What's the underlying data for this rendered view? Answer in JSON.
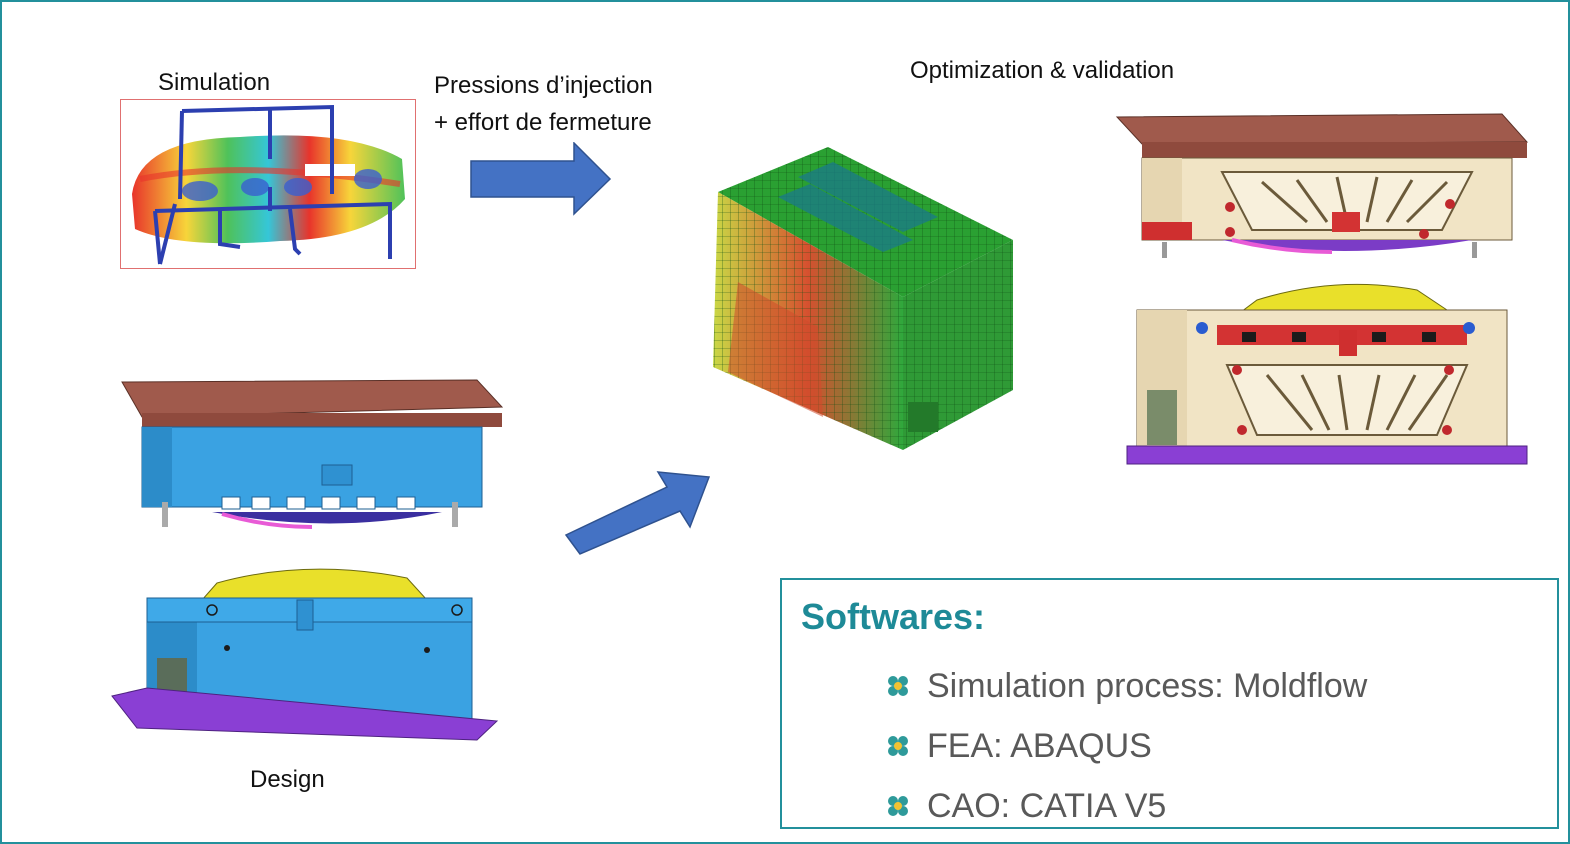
{
  "labels": {
    "simulation": "Simulation",
    "pressions_line1": "Pressions d’injection",
    "pressions_line2": "+ effort de fermeture",
    "optimization": "Optimization & validation",
    "design": "Design"
  },
  "softwares": {
    "title": "Softwares:",
    "items": [
      {
        "label": "Simulation process:  Moldflow"
      },
      {
        "label": "FEA: ABAQUS"
      },
      {
        "label": "CAO: CATIA V5"
      }
    ]
  },
  "colors": {
    "border": "#23909c",
    "title": "#1e8a97",
    "arrow": "#4472c4",
    "bullet": "#2e9a9a"
  },
  "icons": {
    "bullet": "gear-bullet-icon",
    "arrow": "block-arrow-icon"
  }
}
